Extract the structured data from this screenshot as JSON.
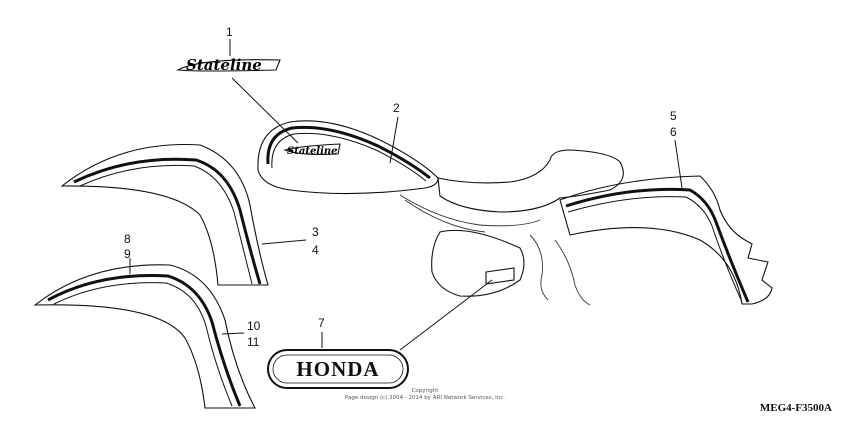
{
  "callouts": {
    "c1": "1",
    "c2": "2",
    "c3": "3",
    "c4": "4",
    "c5": "5",
    "c6": "6",
    "c7": "7",
    "c8": "8",
    "c9": "9",
    "c10": "10",
    "c11": "11"
  },
  "emblem_script": "Stateline",
  "honda_label": "HONDA",
  "copyright_line1": "Copyright",
  "copyright_line2": "Page design (c) 2004 - 2014 by ARI Network Services, Inc.",
  "diagram_code": "MEG4-F3500A"
}
